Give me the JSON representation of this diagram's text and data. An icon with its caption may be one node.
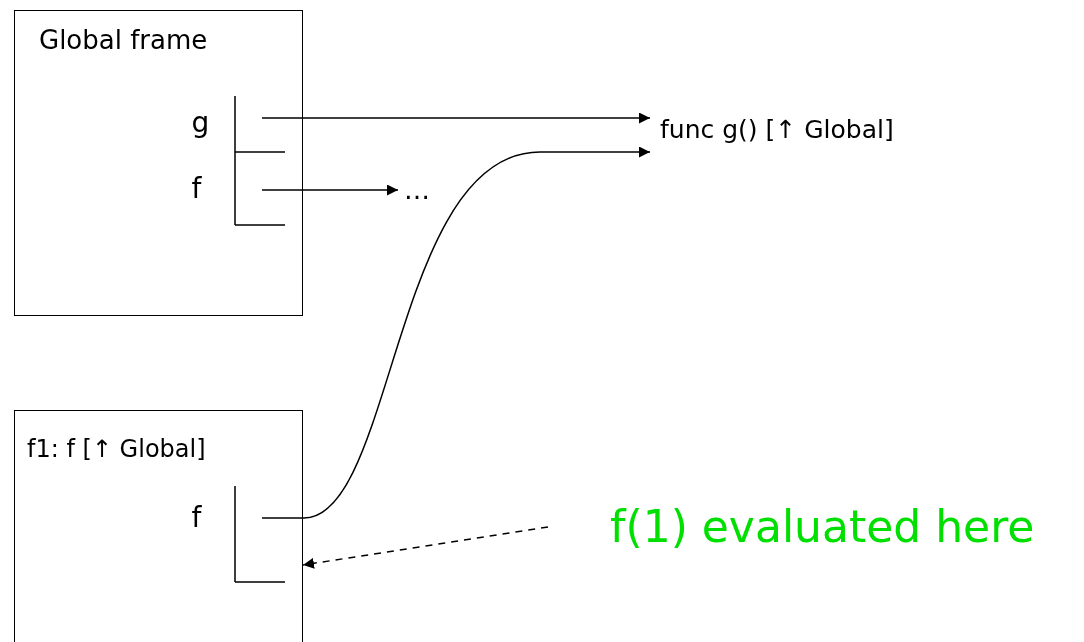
{
  "diagram": {
    "nodes": [
      {
        "text": [
          "Global frame"
        ]
      },
      {
        "text": [
          "g"
        ],
        "in": 0
      },
      {
        "text": [
          "f"
        ],
        "in": 0
      },
      {
        "text": [
          "func g() [↑ Global]"
        ]
      },
      {
        "text": [
          "…"
        ]
      },
      {
        "text": [
          "f1: f [↑ Global]"
        ]
      },
      {
        "text": [
          "f"
        ],
        "in": 5
      },
      {
        "text": [
          "f(1) evaluated here"
        ]
      }
    ],
    "edges": [
      {
        "from": 1,
        "to": 3,
        "arrow": "to"
      },
      {
        "from": 2,
        "to": 4,
        "arrow": "to"
      },
      {
        "from": 6,
        "to": 3,
        "arrow": "to"
      },
      {
        "from": 7,
        "to": 5,
        "arrow": "to",
        "style": "dashed"
      }
    ]
  }
}
